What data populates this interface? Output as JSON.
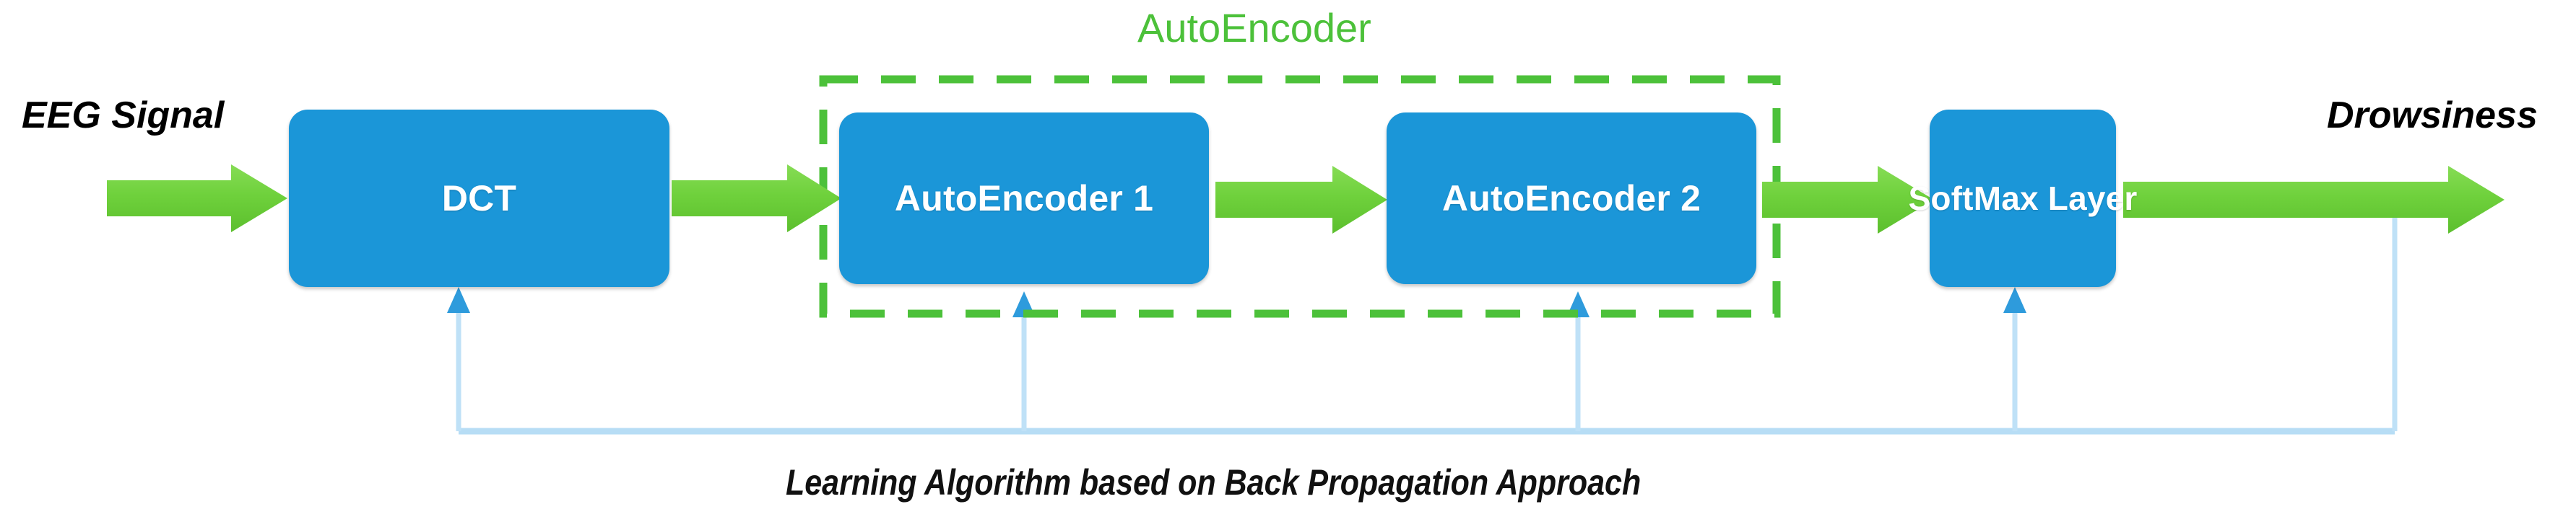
{
  "diagram": {
    "title_visible": false,
    "background_color": "#ffffff",
    "colors": {
      "node_fill": "#1b96d8",
      "arrow_green": "#6fd13c",
      "group_green": "#4cc13a",
      "feedback_blue": "#9fd0f0",
      "feedback_blue_dark": "#2e9bdc",
      "text_dark": "#000000",
      "node_text": "#ffffff"
    },
    "input_label": "EEG Signal",
    "output_label": "Drowsiness",
    "group_label": "AutoEncoder",
    "caption": "Learning Algorithm based on Back Propagation Approach",
    "nodes": [
      {
        "id": "dct",
        "label": "DCT"
      },
      {
        "id": "autoencoder-1",
        "label": "AutoEncoder 1"
      },
      {
        "id": "autoencoder-2",
        "label": "AutoEncoder 2"
      },
      {
        "id": "softmax",
        "label": "SoftMax Layer"
      }
    ],
    "flow_arrows": [
      {
        "from": "input",
        "to": "dct"
      },
      {
        "from": "dct",
        "to": "autoencoder-1"
      },
      {
        "from": "autoencoder-1",
        "to": "autoencoder-2"
      },
      {
        "from": "autoencoder-2",
        "to": "softmax"
      },
      {
        "from": "softmax",
        "to": "output"
      }
    ],
    "feedback_targets": [
      "dct",
      "autoencoder-1",
      "autoencoder-2",
      "softmax"
    ]
  }
}
